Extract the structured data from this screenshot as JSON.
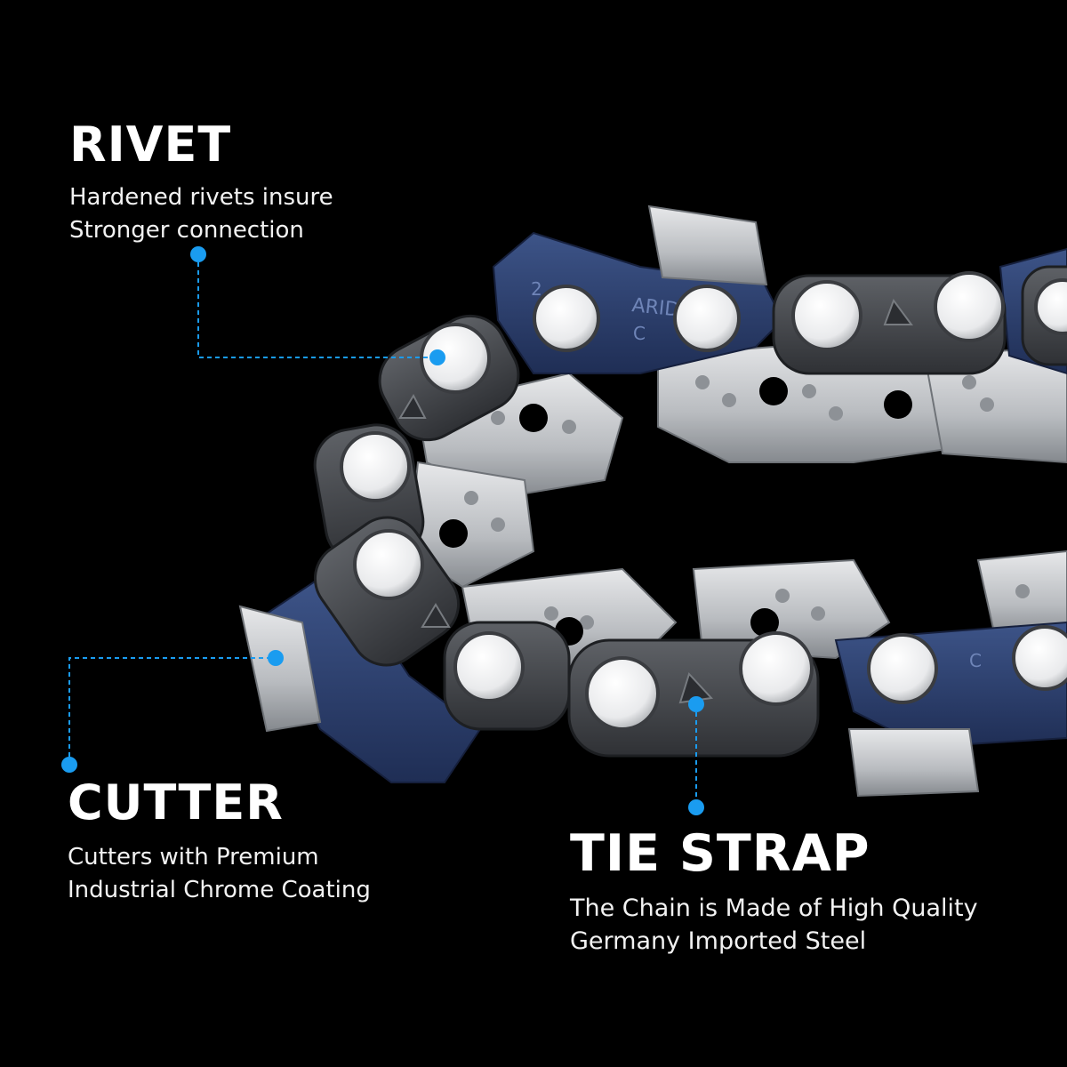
{
  "callouts": {
    "rivet": {
      "title": "RIVET",
      "line1": "Hardened rivets insure",
      "line2": "Stronger connection"
    },
    "cutter": {
      "title": "CUTTER",
      "line1": "Cutters with Premium",
      "line2": "Industrial Chrome Coating"
    },
    "tie": {
      "title": "TIE STRAP",
      "line1": "The Chain is Made of High Quality",
      "line2": "Germany Imported Steel"
    }
  },
  "chain_markings": {
    "brand": "ARIDOO",
    "gauge_mark": "2",
    "grade_mark": "C"
  },
  "colors": {
    "background": "#000000",
    "accent": "#1a9cf0",
    "cutter_blue": "#2f4375",
    "link_dark": "#4a4d52",
    "steel": "#c9cbce"
  },
  "icons": {
    "marker": "blue-dot-marker",
    "leader": "dashed-leader-line"
  }
}
